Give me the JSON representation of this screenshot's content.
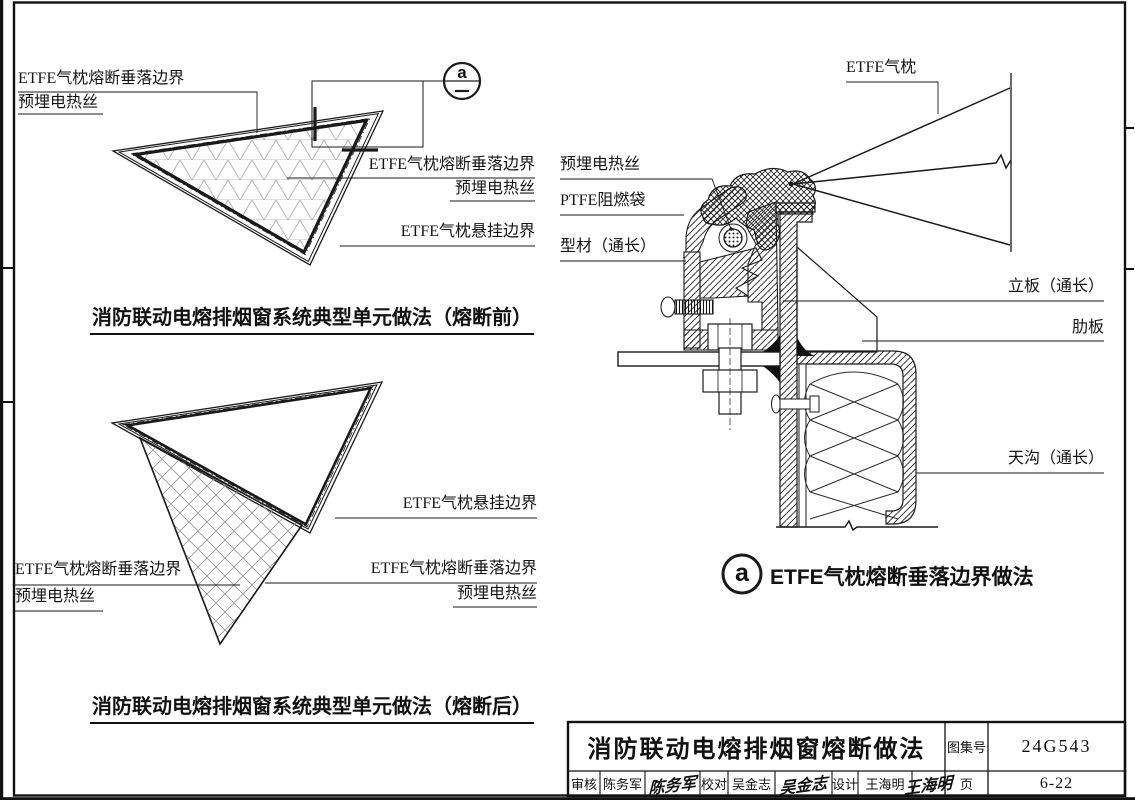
{
  "labels": {
    "fuse_boundary": "ETFE气枕熔断垂落边界",
    "heat_wire": "预埋电热丝",
    "hang_boundary": "ETFE气枕悬挂边界",
    "etfe_cushion": "ETFE气枕",
    "ptfe_bag": "PTFE阻燃袋",
    "profile": "型材（通长）",
    "vert_plate": "立板（通长）",
    "rib_plate": "肋板",
    "gutter": "天沟（通长）"
  },
  "diagram_before": {
    "caption": "消防联动电熔排烟窗系统典型单元做法（熔断前）"
  },
  "diagram_after": {
    "caption": "消防联动电熔排烟窗系统典型单元做法（熔断后）"
  },
  "detail": {
    "callout_letter": "a",
    "caption": "ETFE气枕熔断垂落边界做法"
  },
  "title_block": {
    "title": "消防联动电熔排烟窗熔断做法",
    "atlas_label": "图集号",
    "atlas_no": "24G543",
    "page_label": "页",
    "page_no": "6-22",
    "audit_label": "审核",
    "audit_name": "陈务军",
    "audit_sig": "陈务军",
    "check_label": "校对",
    "check_name": "吴金志",
    "check_sig": "吴金志",
    "design_label": "设计",
    "design_name": "王海明",
    "design_sig": "王海明"
  },
  "colors": {
    "ink": "#141414",
    "mesh": "#a0a0a0",
    "paper": "#ffffff"
  }
}
